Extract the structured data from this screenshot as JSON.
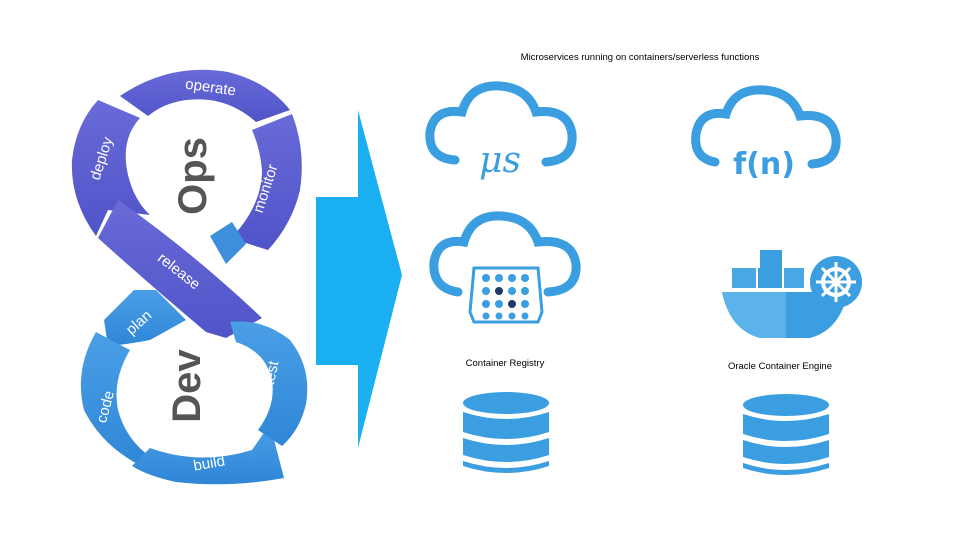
{
  "devops": {
    "ops_label": "Ops",
    "dev_label": "Dev",
    "stages": {
      "operate": "operate",
      "deploy": "deploy",
      "monitor": "monitor",
      "release": "release",
      "plan": "plan",
      "code": "code",
      "test": "test",
      "build": "build"
    }
  },
  "icons": {
    "microservices_symbol": "μs",
    "functions_symbol": "f(n)"
  },
  "captions": {
    "top": "Microservices running on containers/serverless functions",
    "registry": "Container Registry",
    "engine": "Oracle Container Engine"
  },
  "colors": {
    "ops_purple": "#5b5fd1",
    "dev_blue": "#3d8fdb",
    "arrow_blue": "#19aff0",
    "icon_blue": "#3a9ee0",
    "dark_label": "#555555"
  }
}
